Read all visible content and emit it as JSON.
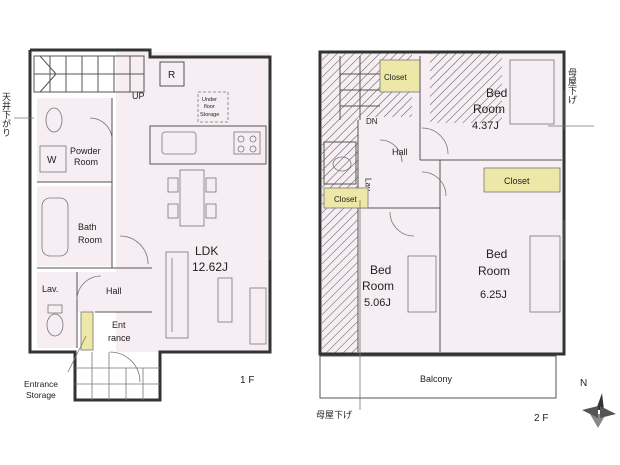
{
  "floor1": {
    "label": "1 F",
    "rooms": {
      "ldk_name": "LDK",
      "ldk_size": "12.62J",
      "powder_room": [
        "Powder",
        "Room"
      ],
      "bath_room": [
        "Bath",
        "Room"
      ],
      "lav": "Lav.",
      "hall": "Hall",
      "entrance": [
        "Ent",
        "rance"
      ],
      "entrance_storage": [
        "Entrance",
        "Storage"
      ],
      "under_floor_storage": [
        "Under",
        "floor",
        "Storage"
      ],
      "up": "UP",
      "ceiling_note": "天井下がり",
      "washer": "W",
      "refrigerator": "R"
    }
  },
  "floor2": {
    "label": "2 F",
    "rooms": {
      "bed1_name": [
        "Bed",
        "Room"
      ],
      "bed1_size": "4.37J",
      "bed2_name": [
        "Bed",
        "Room"
      ],
      "bed2_size": "5.06J",
      "bed3_name": [
        "Bed",
        "Room"
      ],
      "bed3_size": "6.25J",
      "closet_top": "Closet",
      "closet_right": "Closet",
      "closet_left": "Closet",
      "lav": "Lav.",
      "hall": "Hall",
      "dn": "DN",
      "balcony": "Balcony",
      "moya_right": "母屋下げ",
      "moya_bottom": "母屋下げ"
    }
  },
  "compass": {
    "north": "N"
  }
}
